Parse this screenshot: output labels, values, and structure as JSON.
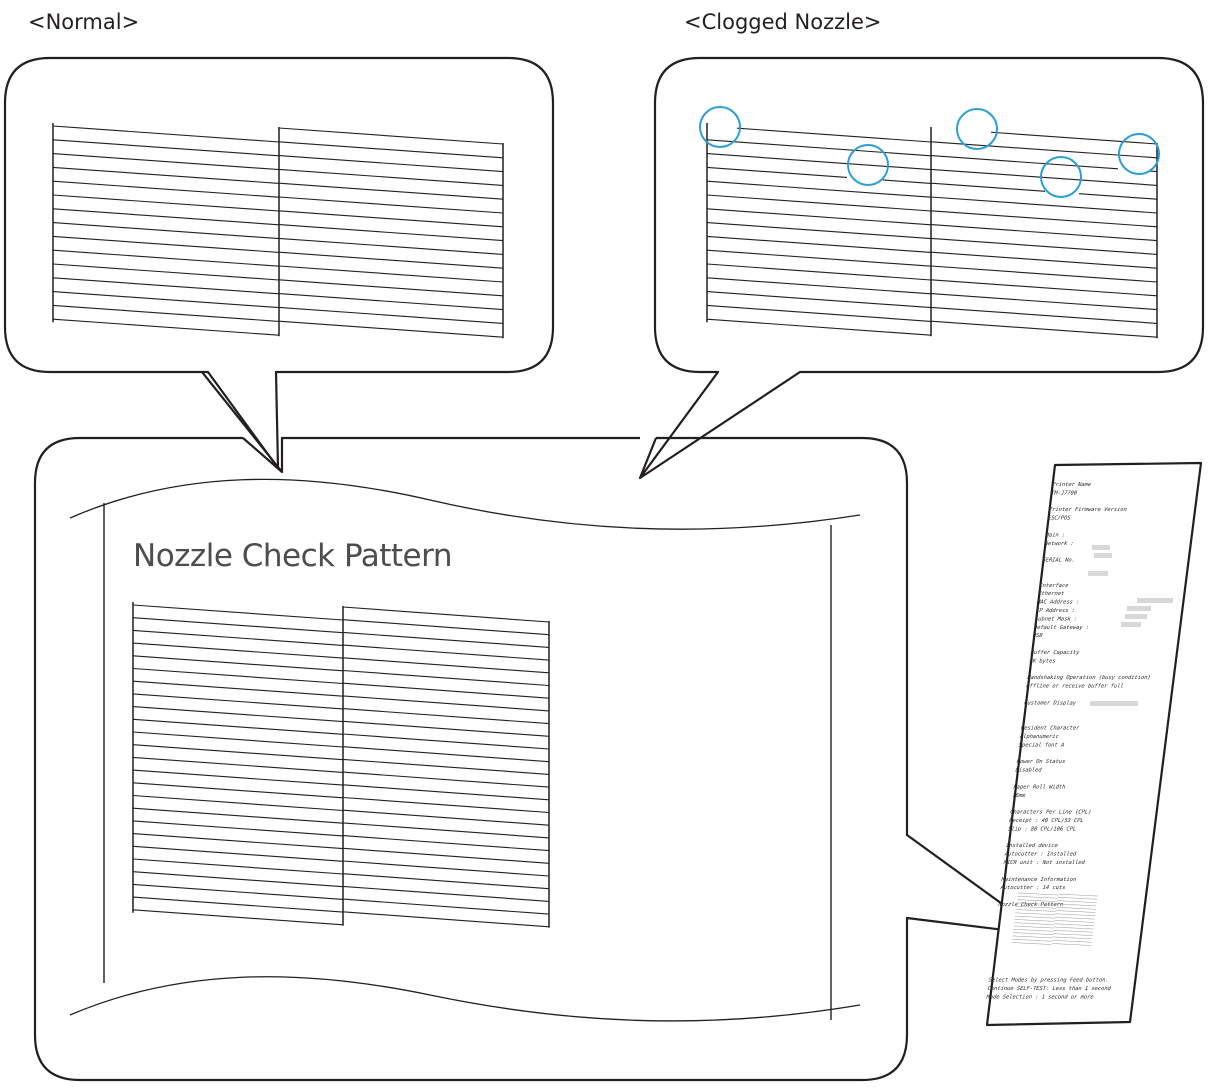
{
  "labels": {
    "normal": "<Normal>",
    "clogged": "<Clogged Nozzle>",
    "pattern_title": "Nozzle Check Pattern"
  },
  "colors": {
    "outline": "#231f20",
    "circle": "#2a9fd6",
    "receipt_text": "#2a2a2a"
  },
  "receipt": {
    "lines": [
      "Printer Name",
      "  TM-J7700",
      "",
      "Printer Firmware Version",
      "  ESC/POS",
      "",
      "  Main    :",
      "  Network :",
      "",
      "SERIAL No.",
      "",
      "",
      "Interface",
      "  Ethernet",
      "    MAC Address     :",
      "    IP Address      :",
      "    Subnet Mask     :",
      "    Default Gateway :",
      "  USB",
      "",
      "Buffer Capacity",
      "  4K bytes",
      "",
      "Handshaking Operation (busy condition)",
      "  Offline or receive buffer full",
      "",
      "Customer Display",
      "",
      "",
      "Resident Character",
      "  Alphanumeric",
      "  Special font A",
      "",
      "Power On Status",
      "  Disabled",
      "",
      "Paper Roll Width",
      "  76mm",
      "",
      "Characters Per Line (CPL)",
      "  Receipt    : 40 CPL/53 CPL",
      "  Slip       : 80 CPL/106 CPL",
      "",
      "Installed device",
      "  Autocutter  : Installed",
      "  MICR unit   : Not installed",
      "",
      "Maintenance Information",
      "  Autocutter :        14 cuts",
      "",
      "Nozzle Check Pattern",
      "",
      "",
      "",
      "",
      "",
      "",
      "",
      "",
      "Select Modes by pressing Feed button.",
      "  Continue SELF-TEST: Less than 1 second",
      "  Mode Selection   : 1 second or more"
    ]
  }
}
